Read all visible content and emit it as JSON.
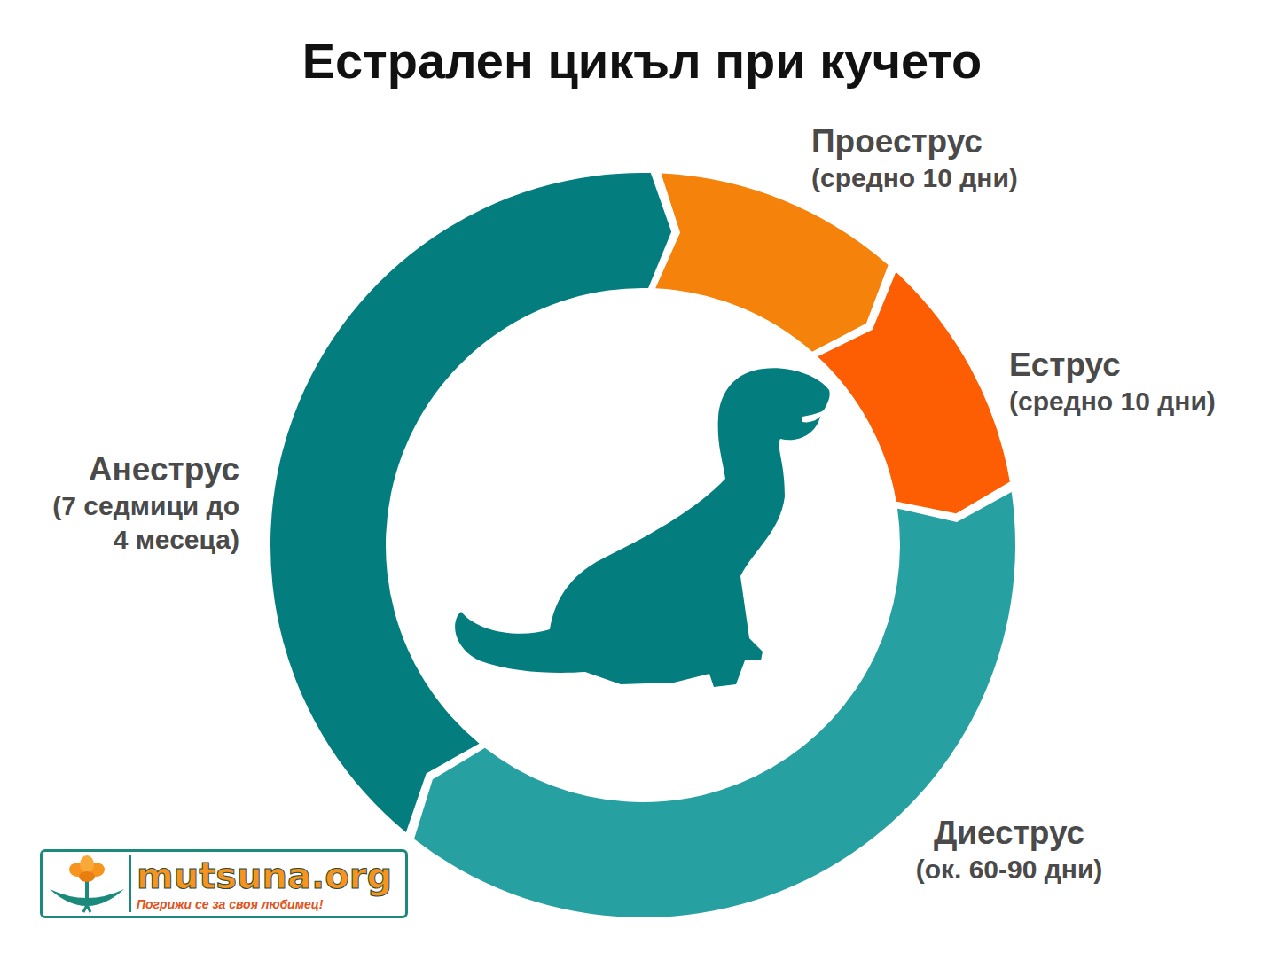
{
  "diagram": {
    "title": "Естрален цикъл при кучето",
    "nodes": [
      {
        "text": [
          "Проеструс",
          "(средно 10 дни)"
        ]
      },
      {
        "text": [
          "Еструс",
          "(средно 10 дни)"
        ]
      },
      {
        "text": [
          "Анеструс",
          "(7 седмици до 4 месеца)"
        ]
      },
      {
        "text": [
          "Диеструс",
          "(ок. 60-90 дни)"
        ]
      },
      {
        "text": [
          "mutsuna.org",
          "Погрижи се за своя любимец!"
        ]
      }
    ]
  }
}
